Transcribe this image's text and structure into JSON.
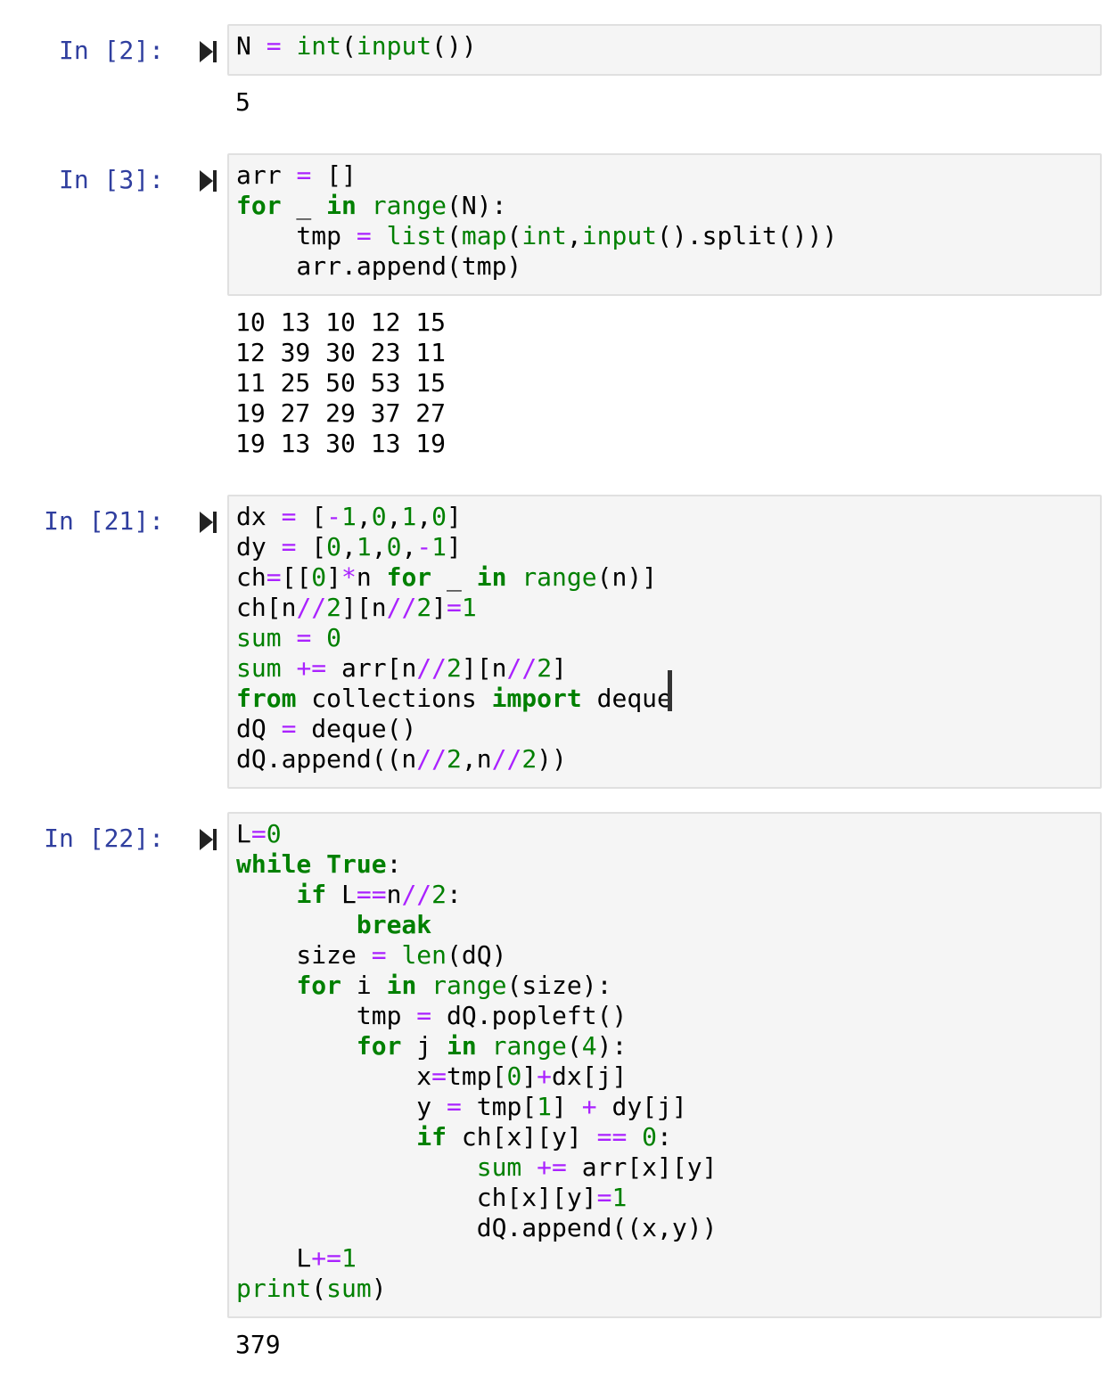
{
  "cells": [
    {
      "prompt": "In [2]:",
      "tokens": [
        {
          "t": "N ",
          "c": "t"
        },
        {
          "t": "=",
          "c": "o"
        },
        {
          "t": " ",
          "c": "t"
        },
        {
          "t": "int",
          "c": "b"
        },
        {
          "t": "(",
          "c": "t"
        },
        {
          "t": "input",
          "c": "b"
        },
        {
          "t": "())",
          "c": "t"
        }
      ],
      "output": "5"
    },
    {
      "prompt": "In [3]:",
      "tokens": [
        {
          "t": "arr ",
          "c": "t"
        },
        {
          "t": "=",
          "c": "o"
        },
        {
          "t": " []\n",
          "c": "t"
        },
        {
          "t": "for",
          "c": "k"
        },
        {
          "t": " _ ",
          "c": "t"
        },
        {
          "t": "in",
          "c": "k"
        },
        {
          "t": " ",
          "c": "t"
        },
        {
          "t": "range",
          "c": "b"
        },
        {
          "t": "(N):\n    tmp ",
          "c": "t"
        },
        {
          "t": "=",
          "c": "o"
        },
        {
          "t": " ",
          "c": "t"
        },
        {
          "t": "list",
          "c": "b"
        },
        {
          "t": "(",
          "c": "t"
        },
        {
          "t": "map",
          "c": "b"
        },
        {
          "t": "(",
          "c": "t"
        },
        {
          "t": "int",
          "c": "b"
        },
        {
          "t": ",",
          "c": "t"
        },
        {
          "t": "input",
          "c": "b"
        },
        {
          "t": "().split()))\n    arr.append(tmp)",
          "c": "t"
        }
      ],
      "output": "10 13 10 12 15\n12 39 30 23 11\n11 25 50 53 15\n19 27 29 37 27\n19 13 30 13 19"
    },
    {
      "prompt": "In [21]:",
      "tokens": [
        {
          "t": "dx ",
          "c": "t"
        },
        {
          "t": "=",
          "c": "o"
        },
        {
          "t": " [",
          "c": "t"
        },
        {
          "t": "-",
          "c": "o"
        },
        {
          "t": "1",
          "c": "n"
        },
        {
          "t": ",",
          "c": "t"
        },
        {
          "t": "0",
          "c": "n"
        },
        {
          "t": ",",
          "c": "t"
        },
        {
          "t": "1",
          "c": "n"
        },
        {
          "t": ",",
          "c": "t"
        },
        {
          "t": "0",
          "c": "n"
        },
        {
          "t": "]\n",
          "c": "t"
        },
        {
          "t": "dy ",
          "c": "t"
        },
        {
          "t": "=",
          "c": "o"
        },
        {
          "t": " [",
          "c": "t"
        },
        {
          "t": "0",
          "c": "n"
        },
        {
          "t": ",",
          "c": "t"
        },
        {
          "t": "1",
          "c": "n"
        },
        {
          "t": ",",
          "c": "t"
        },
        {
          "t": "0",
          "c": "n"
        },
        {
          "t": ",",
          "c": "t"
        },
        {
          "t": "-",
          "c": "o"
        },
        {
          "t": "1",
          "c": "n"
        },
        {
          "t": "]\n",
          "c": "t"
        },
        {
          "t": "ch",
          "c": "t"
        },
        {
          "t": "=",
          "c": "o"
        },
        {
          "t": "[[",
          "c": "t"
        },
        {
          "t": "0",
          "c": "n"
        },
        {
          "t": "]",
          "c": "t"
        },
        {
          "t": "*",
          "c": "o"
        },
        {
          "t": "n ",
          "c": "t"
        },
        {
          "t": "for",
          "c": "k"
        },
        {
          "t": " _ ",
          "c": "t"
        },
        {
          "t": "in",
          "c": "k"
        },
        {
          "t": " ",
          "c": "t"
        },
        {
          "t": "range",
          "c": "b"
        },
        {
          "t": "(n)]\n",
          "c": "t"
        },
        {
          "t": "ch[n",
          "c": "t"
        },
        {
          "t": "//",
          "c": "o"
        },
        {
          "t": "2",
          "c": "n"
        },
        {
          "t": "][n",
          "c": "t"
        },
        {
          "t": "//",
          "c": "o"
        },
        {
          "t": "2",
          "c": "n"
        },
        {
          "t": "]",
          "c": "t"
        },
        {
          "t": "=",
          "c": "o"
        },
        {
          "t": "1",
          "c": "n"
        },
        {
          "t": "\n",
          "c": "t"
        },
        {
          "t": "sum",
          "c": "b"
        },
        {
          "t": " ",
          "c": "t"
        },
        {
          "t": "=",
          "c": "o"
        },
        {
          "t": " ",
          "c": "t"
        },
        {
          "t": "0",
          "c": "n"
        },
        {
          "t": "\n",
          "c": "t"
        },
        {
          "t": "sum",
          "c": "b"
        },
        {
          "t": " ",
          "c": "t"
        },
        {
          "t": "+=",
          "c": "o"
        },
        {
          "t": " arr[n",
          "c": "t"
        },
        {
          "t": "//",
          "c": "o"
        },
        {
          "t": "2",
          "c": "n"
        },
        {
          "t": "][n",
          "c": "t"
        },
        {
          "t": "//",
          "c": "o"
        },
        {
          "t": "2",
          "c": "n"
        },
        {
          "t": "]\n",
          "c": "t"
        },
        {
          "t": "from",
          "c": "k"
        },
        {
          "t": " collections ",
          "c": "t"
        },
        {
          "t": "import",
          "c": "k"
        },
        {
          "t": " deque\n",
          "c": "t"
        },
        {
          "t": "dQ ",
          "c": "t"
        },
        {
          "t": "=",
          "c": "o"
        },
        {
          "t": " deque()\n",
          "c": "t"
        },
        {
          "t": "dQ.append((n",
          "c": "t"
        },
        {
          "t": "//",
          "c": "o"
        },
        {
          "t": "2",
          "c": "n"
        },
        {
          "t": ",n",
          "c": "t"
        },
        {
          "t": "//",
          "c": "o"
        },
        {
          "t": "2",
          "c": "n"
        },
        {
          "t": "))",
          "c": "t"
        }
      ],
      "output": ""
    },
    {
      "prompt": "In [22]:",
      "tokens": [
        {
          "t": "L",
          "c": "t"
        },
        {
          "t": "=",
          "c": "o"
        },
        {
          "t": "0",
          "c": "n"
        },
        {
          "t": "\n",
          "c": "t"
        },
        {
          "t": "while",
          "c": "k"
        },
        {
          "t": " ",
          "c": "t"
        },
        {
          "t": "True",
          "c": "k"
        },
        {
          "t": ":\n    ",
          "c": "t"
        },
        {
          "t": "if",
          "c": "k"
        },
        {
          "t": " L",
          "c": "t"
        },
        {
          "t": "==",
          "c": "o"
        },
        {
          "t": "n",
          "c": "t"
        },
        {
          "t": "//",
          "c": "o"
        },
        {
          "t": "2",
          "c": "n"
        },
        {
          "t": ":\n        ",
          "c": "t"
        },
        {
          "t": "break",
          "c": "k"
        },
        {
          "t": "\n    size ",
          "c": "t"
        },
        {
          "t": "=",
          "c": "o"
        },
        {
          "t": " ",
          "c": "t"
        },
        {
          "t": "len",
          "c": "b"
        },
        {
          "t": "(dQ)\n    ",
          "c": "t"
        },
        {
          "t": "for",
          "c": "k"
        },
        {
          "t": " i ",
          "c": "t"
        },
        {
          "t": "in",
          "c": "k"
        },
        {
          "t": " ",
          "c": "t"
        },
        {
          "t": "range",
          "c": "b"
        },
        {
          "t": "(size):\n        tmp ",
          "c": "t"
        },
        {
          "t": "=",
          "c": "o"
        },
        {
          "t": " dQ.popleft()\n        ",
          "c": "t"
        },
        {
          "t": "for",
          "c": "k"
        },
        {
          "t": " j ",
          "c": "t"
        },
        {
          "t": "in",
          "c": "k"
        },
        {
          "t": " ",
          "c": "t"
        },
        {
          "t": "range",
          "c": "b"
        },
        {
          "t": "(",
          "c": "t"
        },
        {
          "t": "4",
          "c": "n"
        },
        {
          "t": "):\n            x",
          "c": "t"
        },
        {
          "t": "=",
          "c": "o"
        },
        {
          "t": "tmp[",
          "c": "t"
        },
        {
          "t": "0",
          "c": "n"
        },
        {
          "t": "]",
          "c": "t"
        },
        {
          "t": "+",
          "c": "o"
        },
        {
          "t": "dx[j]\n            y ",
          "c": "t"
        },
        {
          "t": "=",
          "c": "o"
        },
        {
          "t": " tmp[",
          "c": "t"
        },
        {
          "t": "1",
          "c": "n"
        },
        {
          "t": "] ",
          "c": "t"
        },
        {
          "t": "+",
          "c": "o"
        },
        {
          "t": " dy[j]\n            ",
          "c": "t"
        },
        {
          "t": "if",
          "c": "k"
        },
        {
          "t": " ch[x][y] ",
          "c": "t"
        },
        {
          "t": "==",
          "c": "o"
        },
        {
          "t": " ",
          "c": "t"
        },
        {
          "t": "0",
          "c": "n"
        },
        {
          "t": ":\n                ",
          "c": "t"
        },
        {
          "t": "sum",
          "c": "b"
        },
        {
          "t": " ",
          "c": "t"
        },
        {
          "t": "+=",
          "c": "o"
        },
        {
          "t": " arr[x][y]\n                ch[x][y]",
          "c": "t"
        },
        {
          "t": "=",
          "c": "o"
        },
        {
          "t": "1",
          "c": "n"
        },
        {
          "t": "\n                dQ.append((x,y))\n    L",
          "c": "t"
        },
        {
          "t": "+=",
          "c": "o"
        },
        {
          "t": "1",
          "c": "n"
        },
        {
          "t": "\n",
          "c": "t"
        },
        {
          "t": "print",
          "c": "b"
        },
        {
          "t": "(",
          "c": "t"
        },
        {
          "t": "sum",
          "c": "b"
        },
        {
          "t": ")",
          "c": "t"
        }
      ],
      "output": "379"
    }
  ]
}
